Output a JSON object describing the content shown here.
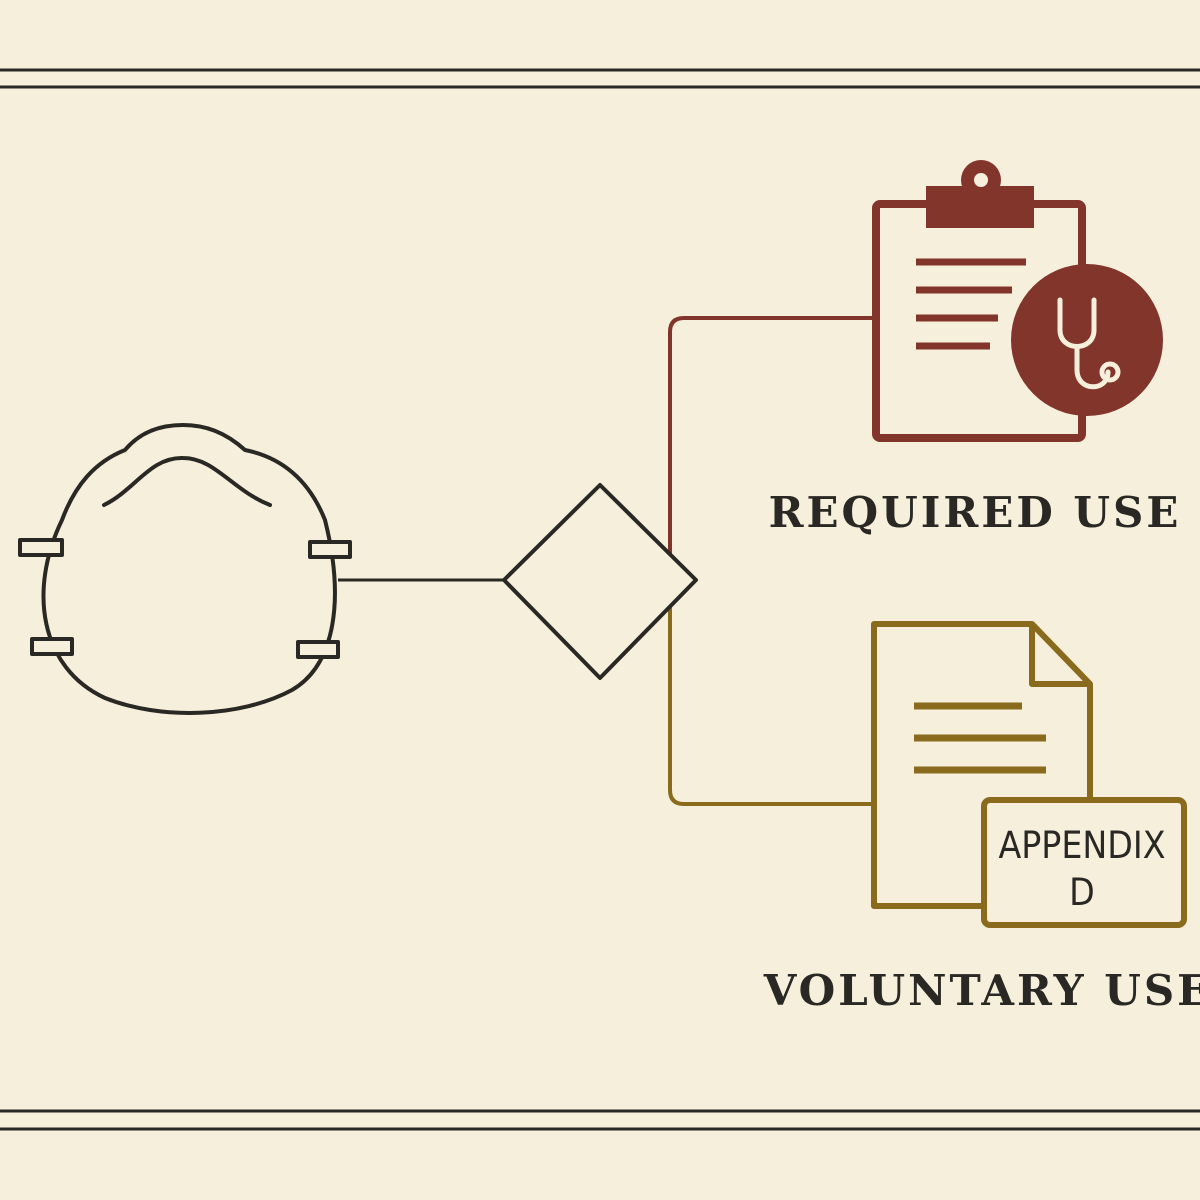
{
  "colors": {
    "background": "#f6efdc",
    "ink": "#2a2824",
    "required": "#82352a",
    "voluntary": "#8a6a1c",
    "light": "#f6efdc"
  },
  "icons": {
    "respirator": "respirator-mask-icon",
    "decision": "decision-diamond-icon",
    "required": "clipboard-stethoscope-icon",
    "voluntary": "document-appendix-icon"
  },
  "branches": {
    "required": {
      "label": "REQUIRED USE"
    },
    "voluntary": {
      "label": "VOLUNTARY USE",
      "badge_line1": "APPENDIX",
      "badge_line2": "D"
    }
  }
}
